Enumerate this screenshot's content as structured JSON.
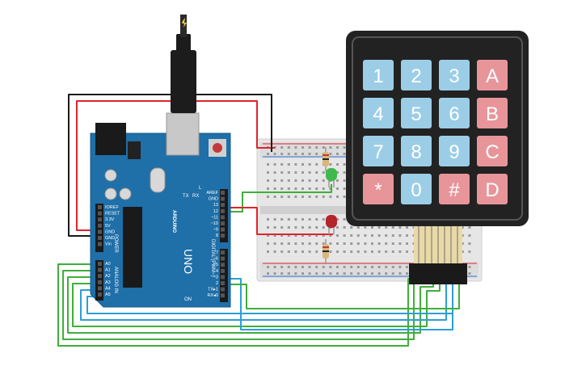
{
  "keypad": {
    "rows": [
      [
        "1",
        "2",
        "3",
        "A"
      ],
      [
        "4",
        "5",
        "6",
        "B"
      ],
      [
        "7",
        "8",
        "9",
        "C"
      ],
      [
        "*",
        "0",
        "#",
        "D"
      ]
    ],
    "colors": {
      "number": "#9ccde6",
      "letter": "#e8959a",
      "symbol": "#e8959a",
      "body": "#222222"
    }
  },
  "arduino": {
    "board_color": "#1f6fa8",
    "logo": "ARDUINO",
    "model": "UNO",
    "power_header": "POWER",
    "analog_header": "ANALOG IN",
    "digital_header": "DIGITAL (PWM~)",
    "power_pins": [
      "IOREF",
      "RESET",
      "3.3V",
      "5V",
      "GND",
      "GND",
      "Vin"
    ],
    "analog_pins": [
      "A0",
      "A1",
      "A2",
      "A3",
      "A4",
      "A5"
    ],
    "digital_top_pins": [
      "AREF",
      "GND",
      "13",
      "12",
      "~11",
      "~10",
      "~9",
      "8"
    ],
    "digital_bottom_pins": [
      "7",
      "~6",
      "~5",
      "4",
      "~3",
      "2",
      "TX▸1",
      "RX◂0"
    ],
    "tx_label": "TX",
    "rx_label": "RX",
    "l_label": "L",
    "on_label": "ON"
  },
  "wires": {
    "red": "#e0242b",
    "black": "#1a1a1a",
    "green": "#3fae3a",
    "blue": "#2b9fd8"
  }
}
